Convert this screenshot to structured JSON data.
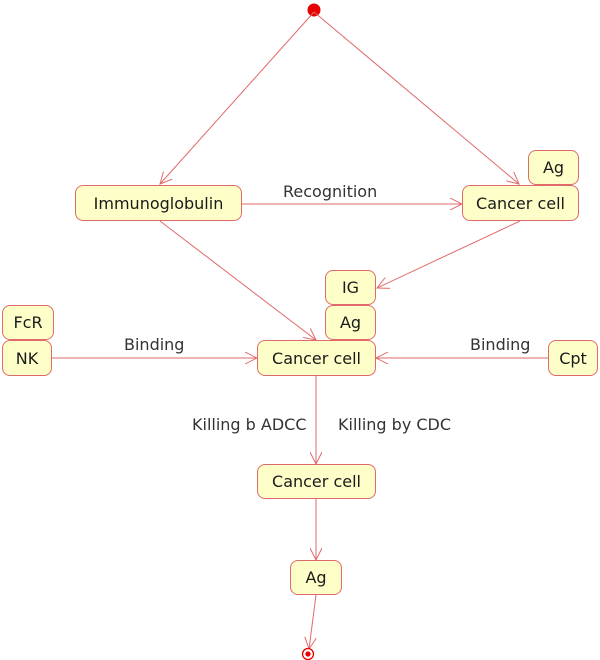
{
  "nodes": {
    "immunoglobulin": "Immunoglobulin",
    "cancer_cell_top": "Cancer cell",
    "ag_top": "Ag",
    "ig": "IG",
    "ag_mid": "Ag",
    "cancer_cell_mid": "Cancer cell",
    "fcr": "FcR",
    "nk": "NK",
    "cpt": "Cpt",
    "cancer_cell_bottom": "Cancer cell",
    "ag_bottom": "Ag"
  },
  "edges": {
    "recognition": "Recognition",
    "binding_left": "Binding",
    "binding_right": "Binding",
    "killing_adcc": "Killing b ADCC",
    "killing_cdc": "Killing by CDC"
  },
  "colors": {
    "node_fill": "#fefec8",
    "node_border": "#e06a6a",
    "edge": "#e06a6a",
    "start_dot": "#e60000"
  }
}
